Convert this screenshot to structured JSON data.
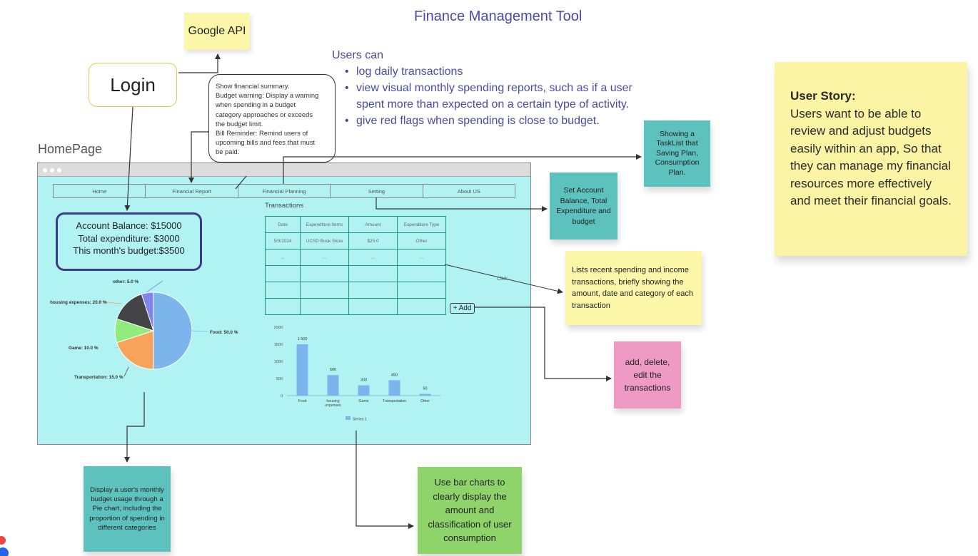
{
  "title": "Finance Management Tool",
  "google_api": "Google API",
  "login": "Login",
  "bubble": {
    "lines": [
      "Show financial summary.",
      "Budget warning: Display a warning",
      "when spending in a budget",
      "category approaches or exceeds",
      "the budget limit.",
      "Bill Reminder: Remind users of",
      "upcoming bills and fees that must",
      "be paid."
    ]
  },
  "users": {
    "heading": "Users can",
    "items": [
      "log daily transactions",
      "view visual monthly spending reports, such as if a user spent more than expected on a certain type of activity.",
      "give red flags when spending is close to budget."
    ]
  },
  "user_story": {
    "heading": "User Story:",
    "text": "Users want to be able to review and adjust budgets easily within an app, So that they can manage my financial resources more effectively and meet their financial goals."
  },
  "homepage_label": "HomePage",
  "nav": [
    "Home",
    "Financial Report",
    "Financial Planning",
    "Setting",
    "About US"
  ],
  "balance": {
    "account": "Account Balance: $15000",
    "expenditure": "Total expenditure: $3000",
    "budget": "This month's budget:$3500"
  },
  "transactions": {
    "title": "Transactions",
    "headers": [
      "Date",
      "Expenditure items",
      "Amount",
      "Expenditure Type"
    ],
    "rows": [
      [
        "5/3/2024",
        "UCSD Book Store",
        "$25.0",
        "Other"
      ],
      [
        "...",
        "...",
        "...",
        "..."
      ],
      [
        "",
        "",
        "",
        ""
      ],
      [
        "",
        "",
        "",
        ""
      ],
      [
        "",
        "",
        "",
        ""
      ]
    ],
    "add_button": "+ Add",
    "click_label": "Click"
  },
  "notes": {
    "tasklist": "Showing a TaskList that Saving Plan, Consumption Plan.",
    "set_account": "Set Account Balance, Total Expenditure and budget",
    "lists_recent": "Lists recent spending and income transactions, briefly showing the amount, date and category of each transaction",
    "add_delete": "add, delete, edit the transactions",
    "pie_note": "Display a user's monthly budget usage through a Pie chart, including the proportion of spending in different categories",
    "bar_note": "Use bar charts to clearly display the amount and classification of user consumption"
  },
  "colors": {
    "page_bg": "#b1f3f3",
    "accent_text": "#4a4aa8",
    "table_border": "#1b9a78",
    "bar": "#7cb5ec"
  },
  "chart_data": [
    {
      "type": "pie",
      "labels": [
        "Food: 50.0 %",
        "housing expenses: 20.0 %",
        "Game: 10.0 %",
        "Transportation: 15.0 %",
        "other: 5.0 %"
      ],
      "categories": [
        "Food",
        "housing expenses",
        "Game",
        "Transportation",
        "other"
      ],
      "values": [
        50.0,
        20.0,
        10.0,
        15.0,
        5.0
      ],
      "colors": [
        "#7cb5ec",
        "#f7a35c",
        "#90ed7d",
        "#434348",
        "#8085e9"
      ]
    },
    {
      "type": "bar",
      "categories": [
        "Food",
        "housing expenses",
        "Game",
        "Transportation",
        "Other"
      ],
      "series": [
        {
          "name": "Series 1",
          "values": [
            1500,
            600,
            300,
            450,
            50
          ]
        }
      ],
      "data_labels": [
        "1 500",
        "600",
        "300",
        "450",
        "50"
      ],
      "yticks": [
        "0",
        "500",
        "1000",
        "1500",
        "2000"
      ],
      "ylim": [
        0,
        2000
      ],
      "grid": false,
      "legend": "bottom"
    }
  ]
}
